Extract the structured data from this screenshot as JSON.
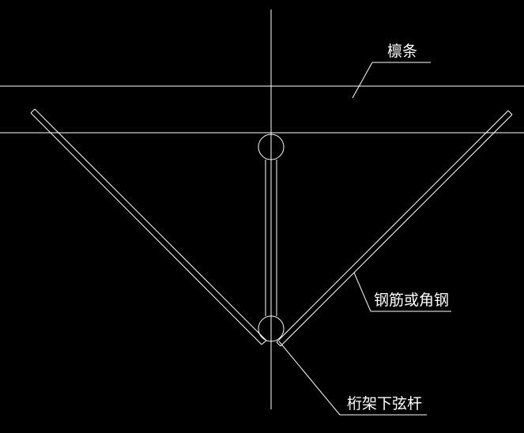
{
  "diagram": {
    "background": "#000000",
    "stroke_color": "#ffffff",
    "labels": {
      "purlin": "檩条",
      "rebar_or_angle": "钢筋或角钢",
      "truss_bottom_chord": "桁架下弦杆"
    }
  }
}
